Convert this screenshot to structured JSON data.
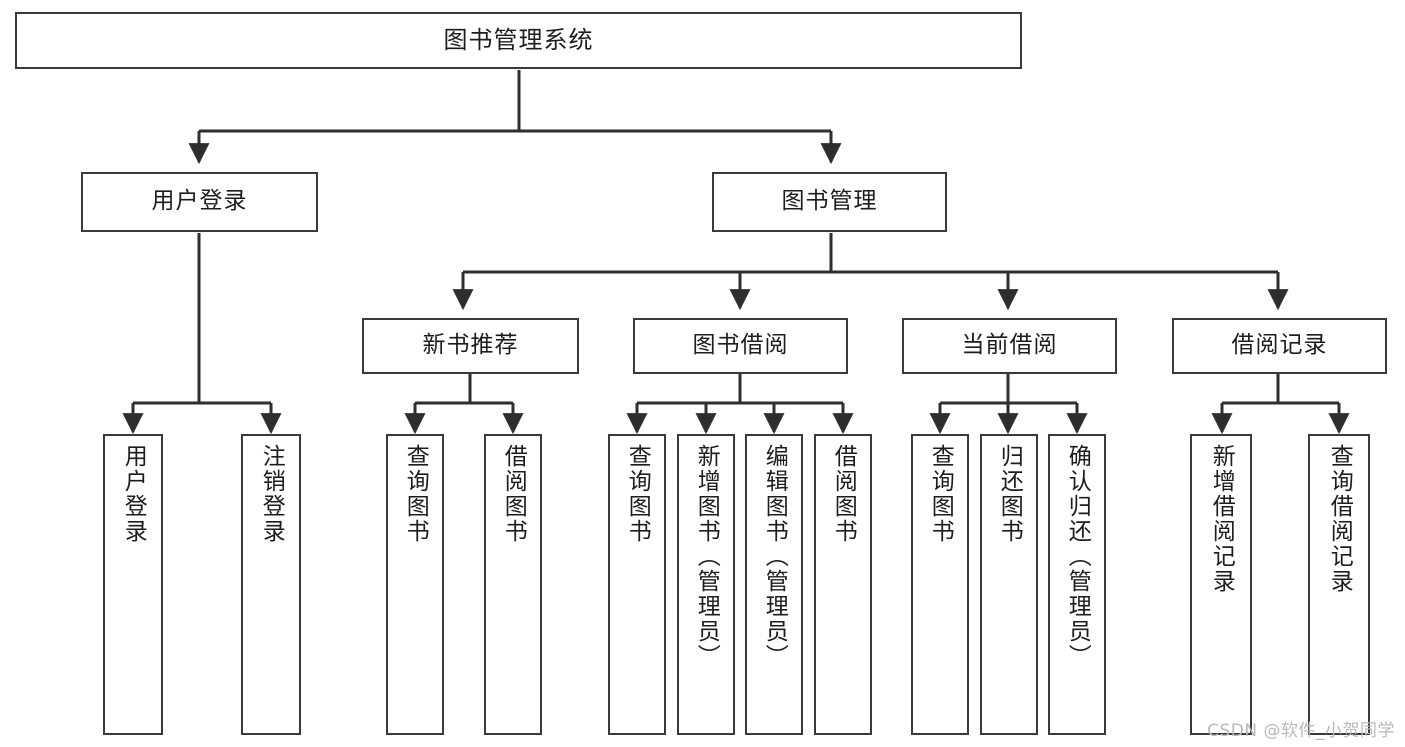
{
  "diagram": {
    "title": "图书管理系统",
    "background_color": "#ffffff",
    "line_color": "#3a3a3a",
    "text_color": "#1d1d1d",
    "levels": {
      "root": {
        "label": "图书管理系统"
      },
      "level2": [
        {
          "label": "用户登录"
        },
        {
          "label": "图书管理"
        }
      ],
      "level3": [
        {
          "label": "新书推荐"
        },
        {
          "label": "图书借阅"
        },
        {
          "label": "当前借阅"
        },
        {
          "label": "借阅记录"
        }
      ],
      "leaves": [
        {
          "label": "用户登录",
          "parent": "用户登录"
        },
        {
          "label": "注销登录",
          "parent": "用户登录"
        },
        {
          "label": "查询图书",
          "parent": "新书推荐"
        },
        {
          "label": "借阅图书",
          "parent": "新书推荐"
        },
        {
          "label": "查询图书",
          "parent": "图书借阅"
        },
        {
          "label": "新增图书（管理员）",
          "parent": "图书借阅"
        },
        {
          "label": "编辑图书（管理员）",
          "parent": "图书借阅"
        },
        {
          "label": "借阅图书",
          "parent": "图书借阅"
        },
        {
          "label": "查询图书",
          "parent": "当前借阅"
        },
        {
          "label": "归还图书",
          "parent": "当前借阅"
        },
        {
          "label": "确认归还（管理员）",
          "parent": "当前借阅"
        },
        {
          "label": "新增借阅记录",
          "parent": "借阅记录"
        },
        {
          "label": "查询借阅记录",
          "parent": "借阅记录"
        }
      ]
    }
  },
  "watermark": {
    "text": "CSDN @软件_小贺同学"
  }
}
